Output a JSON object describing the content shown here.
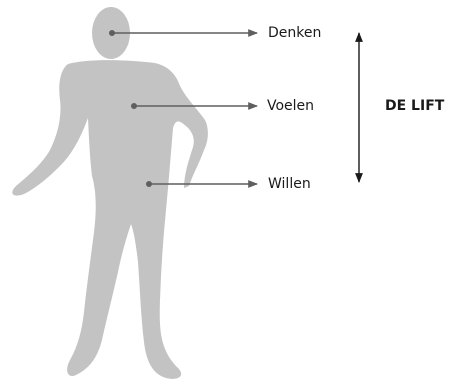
{
  "labels": {
    "head": "Denken",
    "chest": "Voelen",
    "belly": "Willen"
  },
  "lift_label": "DE LIFT",
  "colors": {
    "figure": "#c3c3c3",
    "pointer": "#5f5f5f",
    "lift_arrow": "#1a1a1a",
    "text": "#1a1a1a"
  }
}
